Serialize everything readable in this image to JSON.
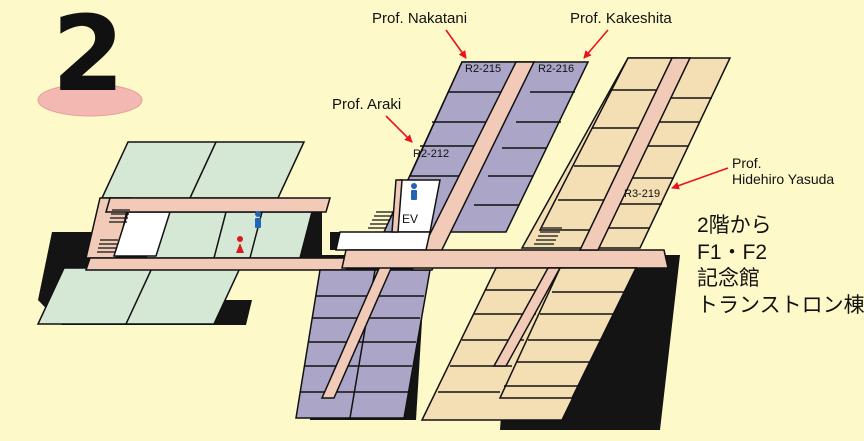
{
  "floor": {
    "number": "2"
  },
  "labels": {
    "nakatani": "Prof. Nakatani",
    "kakeshita": "Prof. Kakeshita",
    "araki": "Prof. Araki",
    "yasuda_line1": "Prof.",
    "yasuda_line2": "Hidehiro Yasuda"
  },
  "rooms": {
    "r215": "R2-215",
    "r216": "R2-216",
    "r212": "R2-212",
    "r219": "R3-219",
    "ev": "EV"
  },
  "side_text": [
    "2階から",
    "F1・F2",
    "記念館",
    "トランストロン棟"
  ],
  "colors": {
    "background": "#fef9c9",
    "west_building": "#d5e8d6",
    "center_building": "#aba6c8",
    "east_building": "#f4dfb4",
    "corridor": "#f1cbb8",
    "shadow": "#141414",
    "arrow": "#e8141c"
  },
  "icons": [
    "male-restroom-icon",
    "female-restroom-icon",
    "elevator-icon",
    "stairs-icon"
  ]
}
